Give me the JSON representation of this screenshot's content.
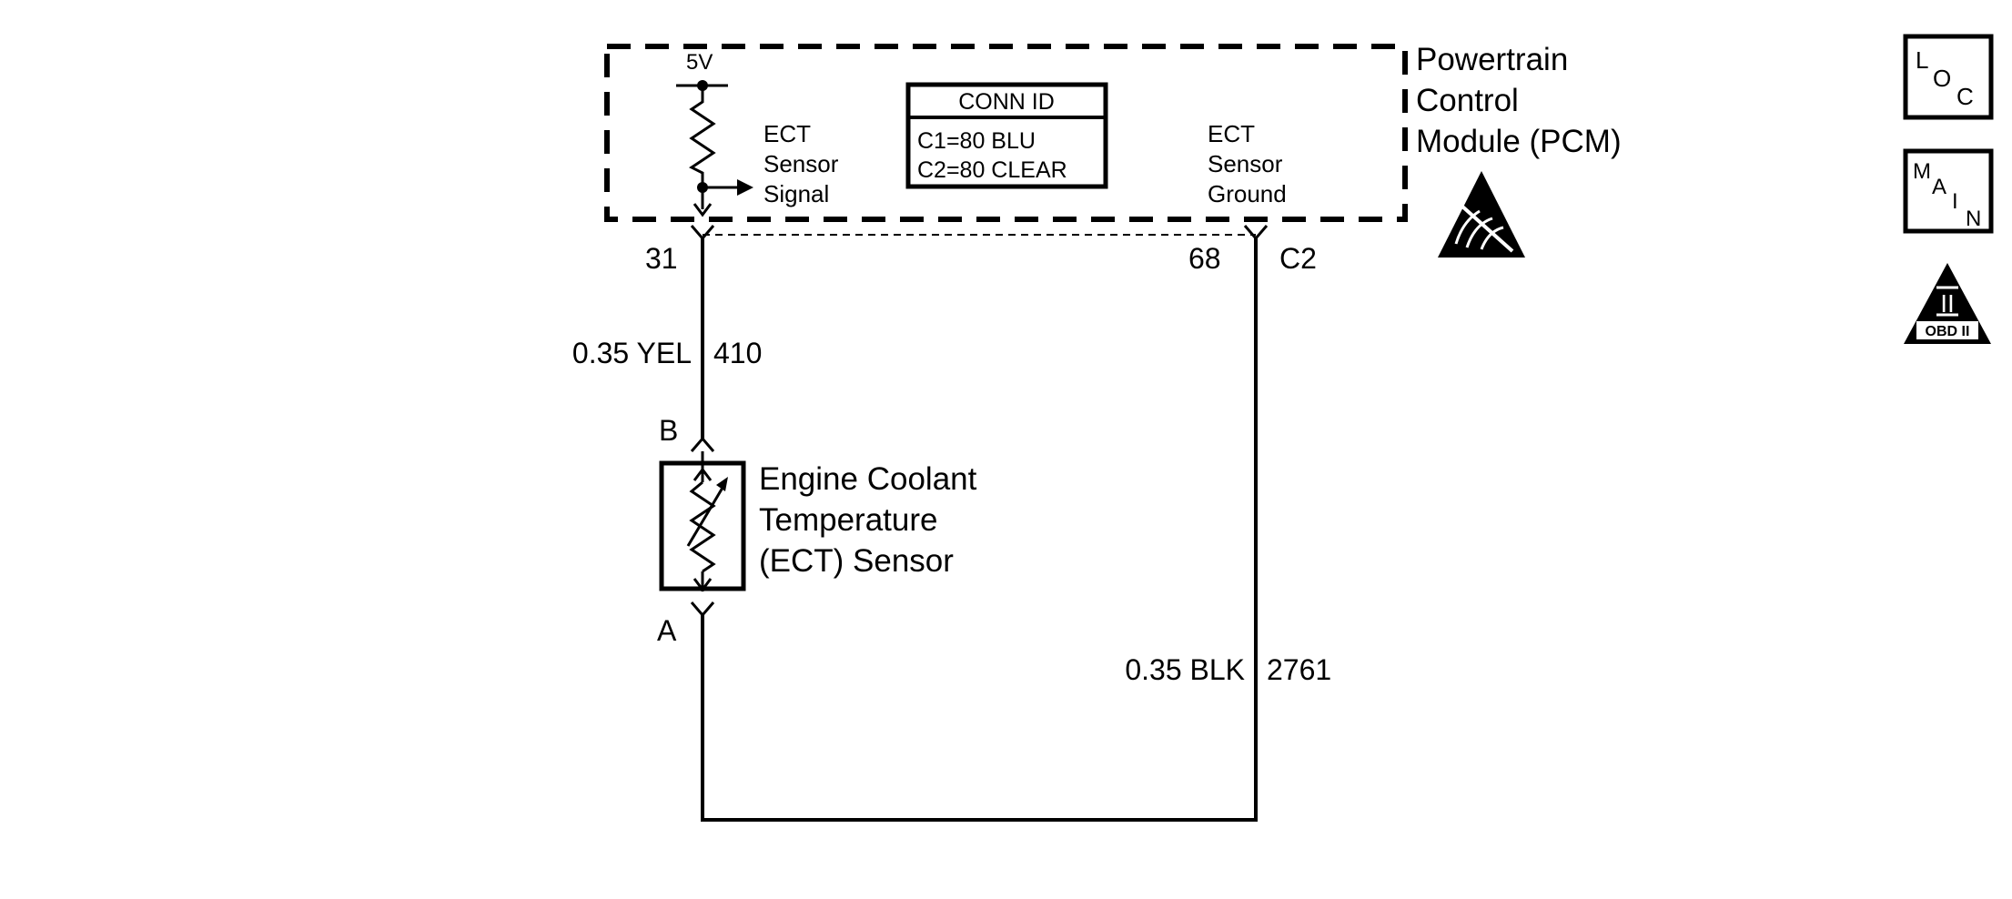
{
  "pcm": {
    "title_lines": [
      "Powertrain",
      "Control",
      "Module (PCM)"
    ],
    "supply_label": "5V",
    "signal_label": [
      "ECT",
      "Sensor",
      "Signal"
    ],
    "ground_label": [
      "ECT",
      "Sensor",
      "Ground"
    ],
    "connector_id": {
      "header": "CONN ID",
      "lines": [
        "C1=80 BLU",
        "C2=80 CLEAR"
      ]
    }
  },
  "pins": {
    "signal_pin": "31",
    "ground_pin": "68",
    "connector": "C2"
  },
  "wires": {
    "signal": {
      "gauge_color": "0.35 YEL",
      "circuit": "410"
    },
    "ground": {
      "gauge_color": "0.35 BLK",
      "circuit": "2761"
    }
  },
  "sensor": {
    "terminal_top": "B",
    "terminal_bottom": "A",
    "name_lines": [
      "Engine Coolant",
      "Temperature",
      "(ECT) Sensor"
    ]
  },
  "side_icons": {
    "loc": [
      "L",
      "O",
      "C"
    ],
    "main": [
      "M",
      "A",
      "I",
      "N"
    ],
    "obd": {
      "symbol": "II",
      "label": "OBD II"
    }
  },
  "colors": {
    "ink": "#000000",
    "paper": "#ffffff"
  }
}
